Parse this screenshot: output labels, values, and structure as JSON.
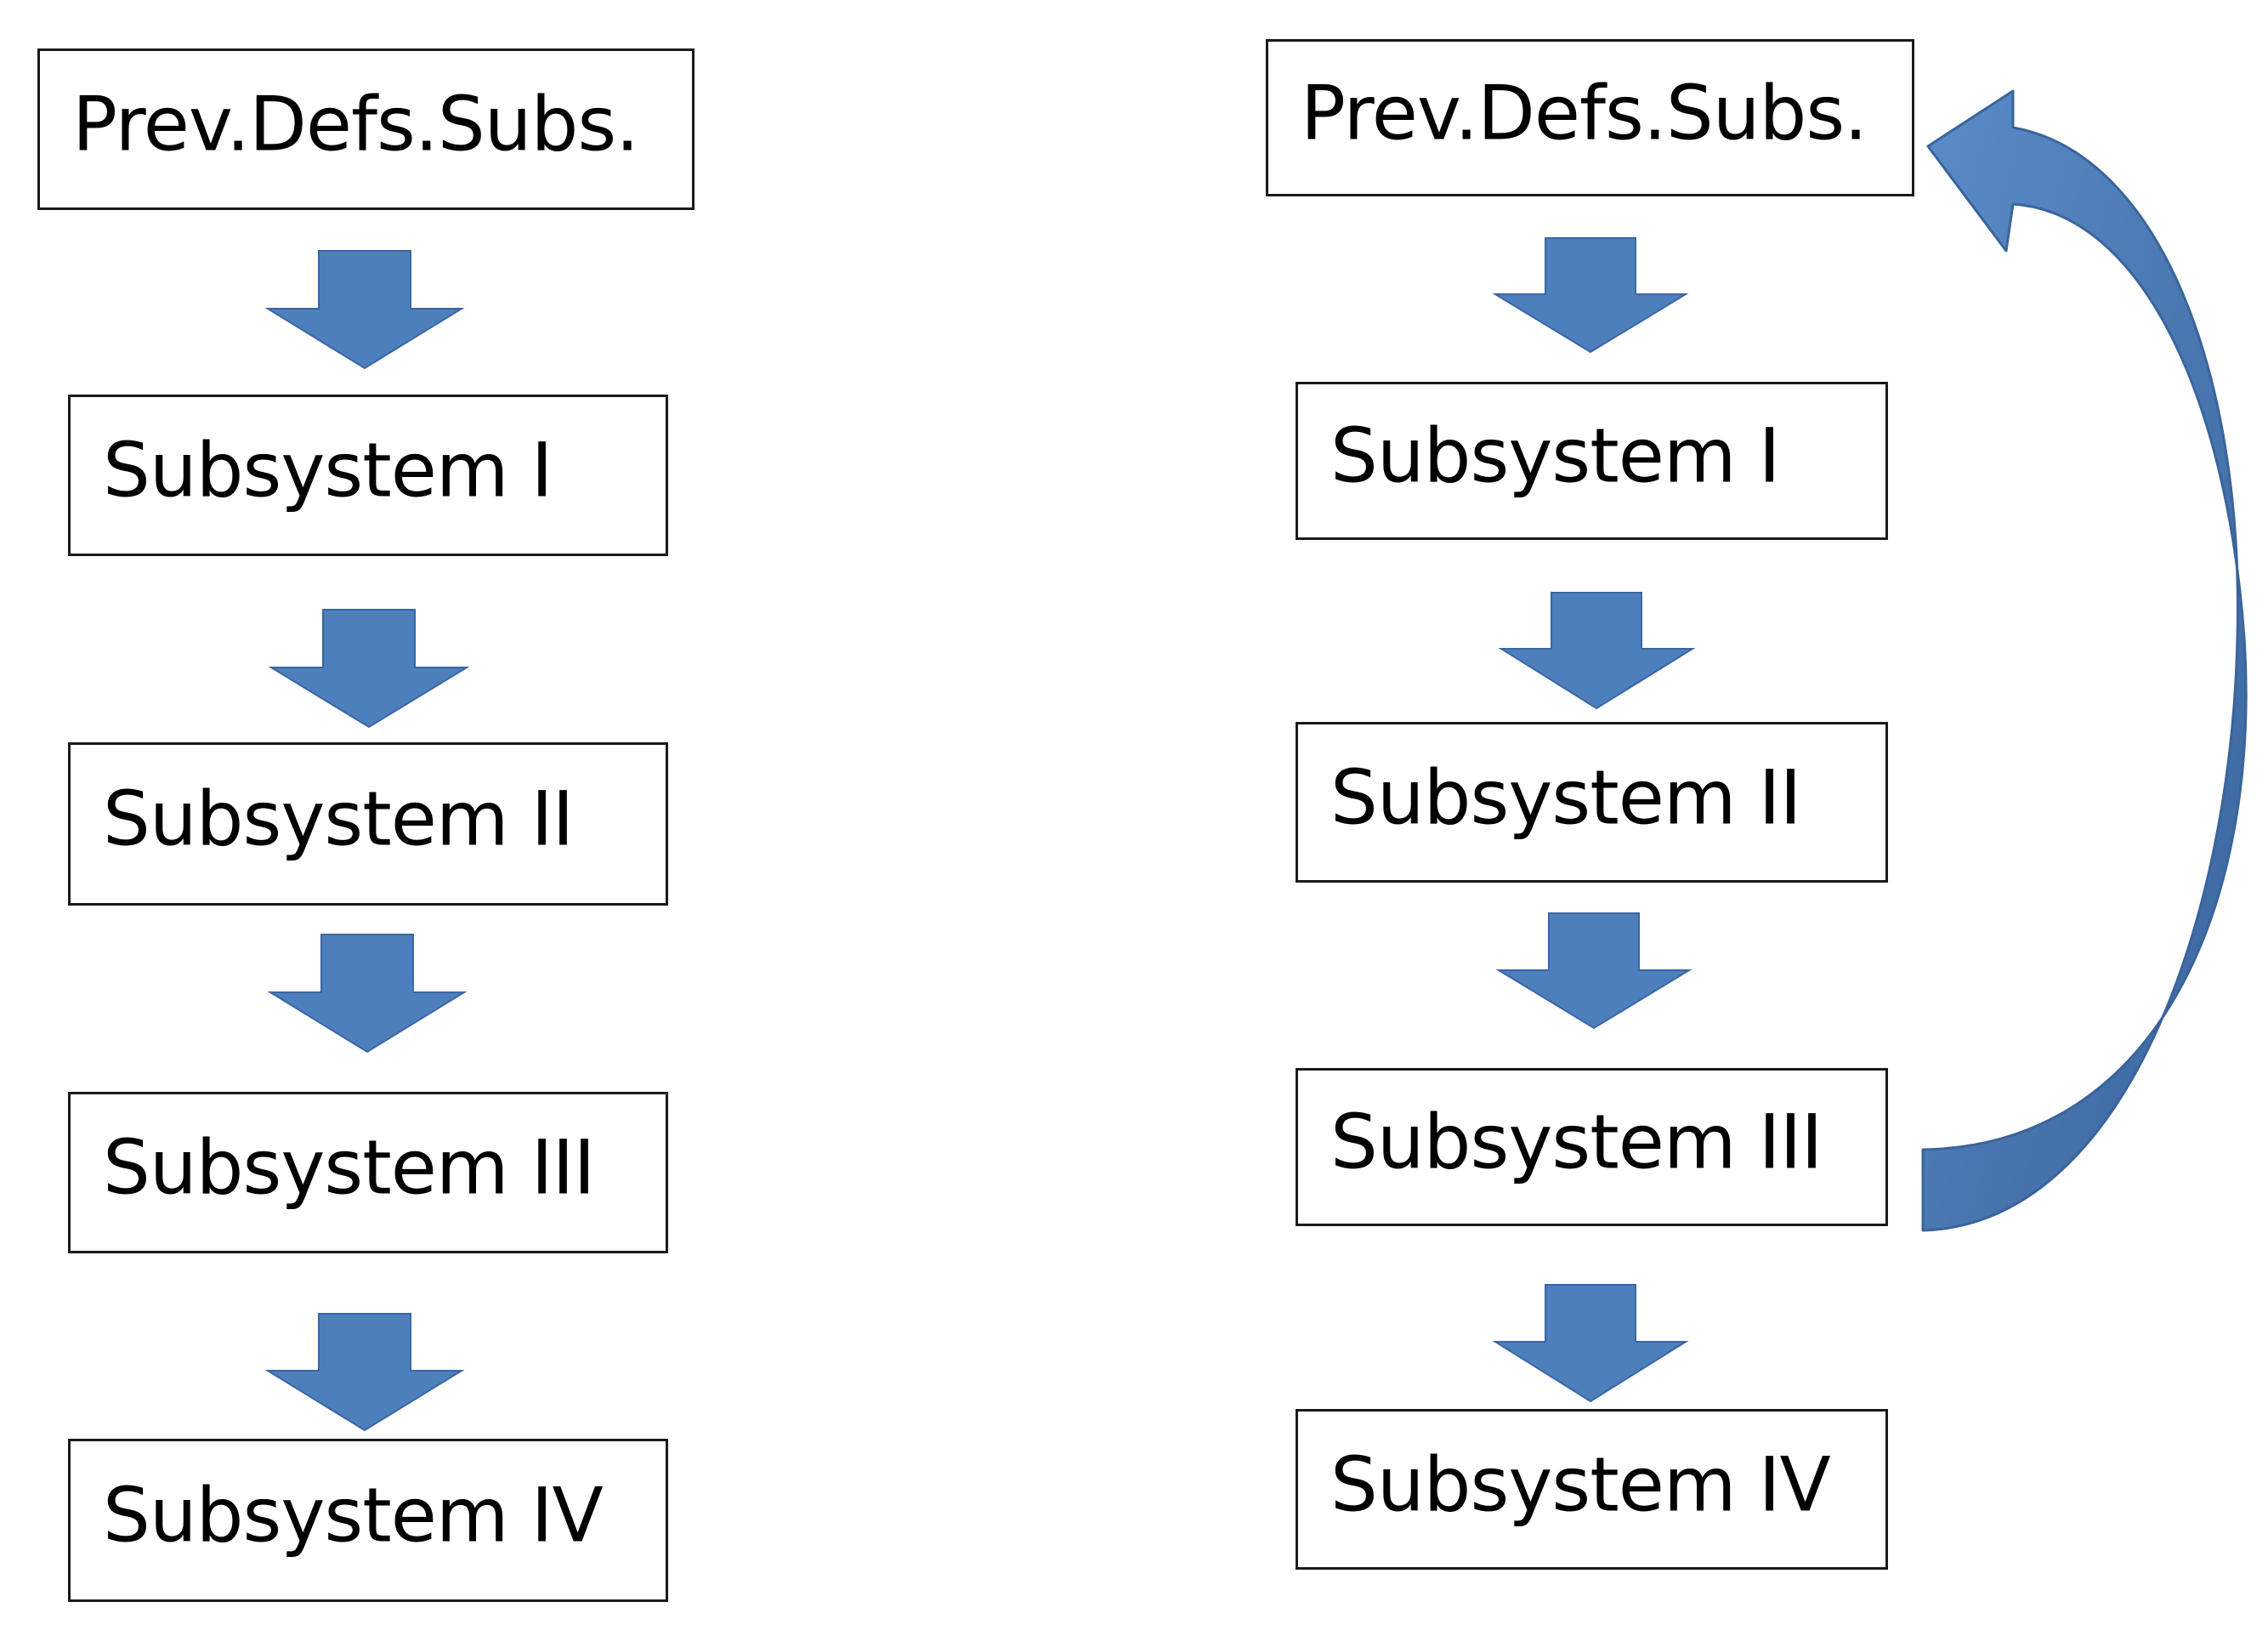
{
  "diagrams": {
    "left": {
      "nodes": [
        {
          "label": "Prev.Defs.Subs."
        },
        {
          "label": "Subsystem I"
        },
        {
          "label": "Subsystem II"
        },
        {
          "label": "Subsystem III"
        },
        {
          "label": "Subsystem IV"
        }
      ]
    },
    "right": {
      "nodes": [
        {
          "label": "Prev.Defs.Subs."
        },
        {
          "label": "Subsystem I"
        },
        {
          "label": "Subsystem II"
        },
        {
          "label": "Subsystem III"
        },
        {
          "label": "Subsystem IV"
        }
      ],
      "feedback_arrow": {
        "from": "Subsystem III",
        "to": "Prev.Defs.Subs."
      }
    }
  },
  "colors": {
    "arrow_fill": "#4e7fbd",
    "arrow_stroke": "#3a66a3",
    "curved_arrow_light": "#5b8cc8",
    "curved_arrow_dark": "#3a649c",
    "box_border": "#1a1a1a"
  }
}
